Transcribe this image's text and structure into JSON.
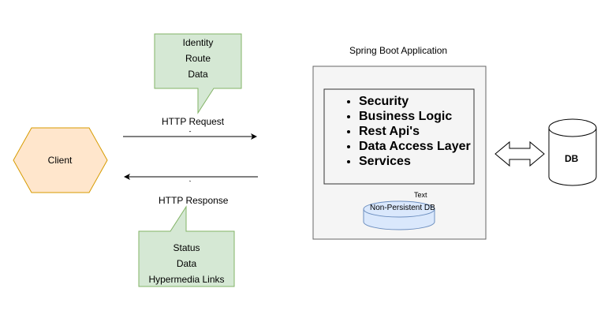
{
  "client": {
    "label": "Client"
  },
  "request": {
    "label": "HTTP Request",
    "callout_lines": [
      "Identity",
      "Route",
      "Data"
    ]
  },
  "response": {
    "label": "HTTP Response",
    "callout_lines": [
      "Status",
      "Data",
      "Hypermedia Links"
    ]
  },
  "app": {
    "title": "Spring Boot Application",
    "features": [
      "Security",
      "Business Logic",
      "Rest Api's",
      "Data Access Layer",
      "Services"
    ],
    "cache_tag": "Text",
    "cache_label": "Non-Persistent DB"
  },
  "db": {
    "label": "DB"
  },
  "colors": {
    "client_fill": "#ffe6cc",
    "client_stroke": "#d79b00",
    "callout_fill": "#d5e8d4",
    "callout_stroke": "#82b366",
    "app_fill": "#f5f5f5",
    "app_stroke": "#666666",
    "cache_fill": "#dae8fc",
    "cache_stroke": "#6c8ebf"
  }
}
